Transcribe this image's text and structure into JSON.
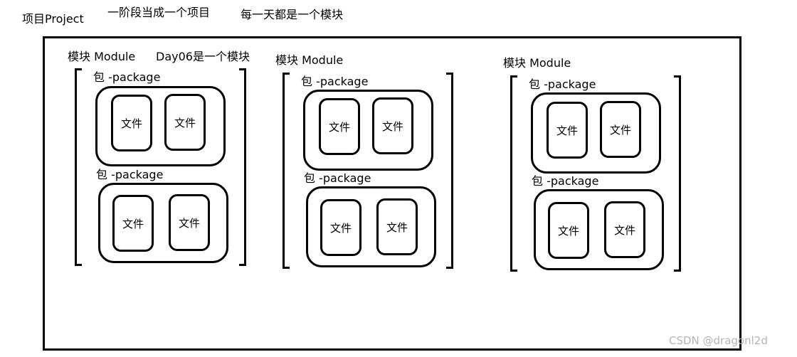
{
  "annotations": {
    "project": "项目Project",
    "stage": "一阶段当成一个项目",
    "day": "每一天都是一个模块"
  },
  "modules": [
    {
      "label": "模块 Module",
      "note": "Day06是一个模块",
      "packages": [
        {
          "label": "包  -package",
          "files": [
            "文件",
            "文件"
          ]
        },
        {
          "label": "包  -package",
          "files": [
            "文件",
            "文件"
          ]
        }
      ]
    },
    {
      "label": "模块 Module",
      "note": "",
      "packages": [
        {
          "label": "包  -package",
          "files": [
            "文件",
            "文件"
          ]
        },
        {
          "label": "包  -package",
          "files": [
            "文件",
            "文件"
          ]
        }
      ]
    },
    {
      "label": "模块 Module",
      "note": "",
      "packages": [
        {
          "label": "包  -package",
          "files": [
            "文件",
            "文件"
          ]
        },
        {
          "label": "包  -package",
          "files": [
            "文件",
            "文件"
          ]
        }
      ]
    }
  ],
  "watermark": "CSDN @dragonl2d"
}
